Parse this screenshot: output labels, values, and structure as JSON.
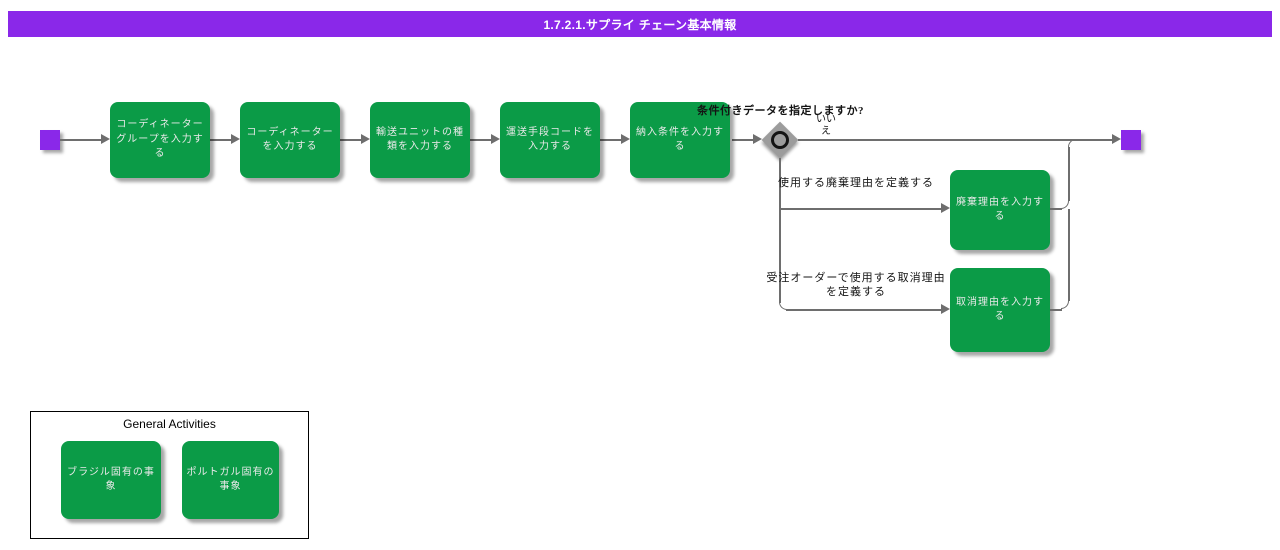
{
  "title_bar": {
    "text": "1.7.2.1.サプライ チェーン基本情報"
  },
  "process": {
    "tasks": [
      "コーディネーターグループを入力する",
      "コーディネーターを入力する",
      "輸送ユニットの種類を入力する",
      "運送手段コードを入力する",
      "納入条件を入力する"
    ],
    "gateway": {
      "question": "条件付きデータを指定しますか?",
      "no_label": "いいえ"
    },
    "branches": [
      {
        "condition": "使用する廃棄理由を定義する",
        "task": "廃棄理由を入力する"
      },
      {
        "condition": "受注オーダーで使用する取消理由を定義する",
        "task": "取消理由を入力する"
      }
    ]
  },
  "general_activities": {
    "title": "General Activities",
    "items": [
      "ブラジル固有の事象",
      "ポルトガル固有の事象"
    ]
  },
  "colors": {
    "purple": "#8A28E9",
    "green": "#0B9B47",
    "line": "#6E6E6E",
    "gateway_gray": "#9C9C9C"
  }
}
